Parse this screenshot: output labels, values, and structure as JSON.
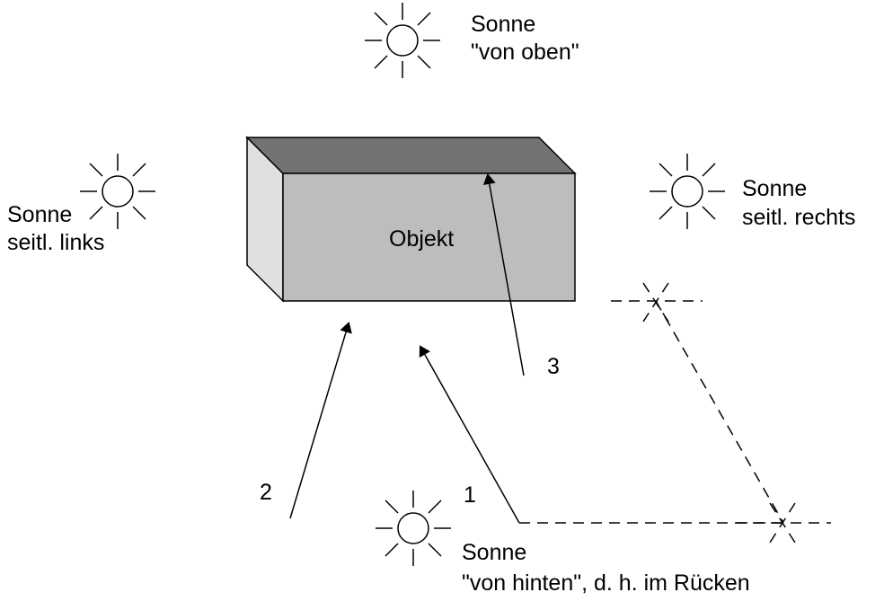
{
  "object": {
    "label": "Objekt"
  },
  "suns": {
    "top": {
      "line1": "Sonne",
      "line2": "\"von oben\""
    },
    "left": {
      "line1": "Sonne",
      "line2": "seitl. links"
    },
    "right": {
      "line1": "Sonne",
      "line2": "seitl. rechts"
    },
    "bottom": {
      "line1": "Sonne",
      "line2": "\"von hinten\", d. h. im Rücken"
    }
  },
  "arrows": {
    "one": "1",
    "two": "2",
    "three": "3"
  },
  "colors": {
    "box_front": "#bdbdbd",
    "box_top": "#737373",
    "box_side": "#e0e0e0",
    "stroke": "#000000",
    "background": "#ffffff"
  }
}
